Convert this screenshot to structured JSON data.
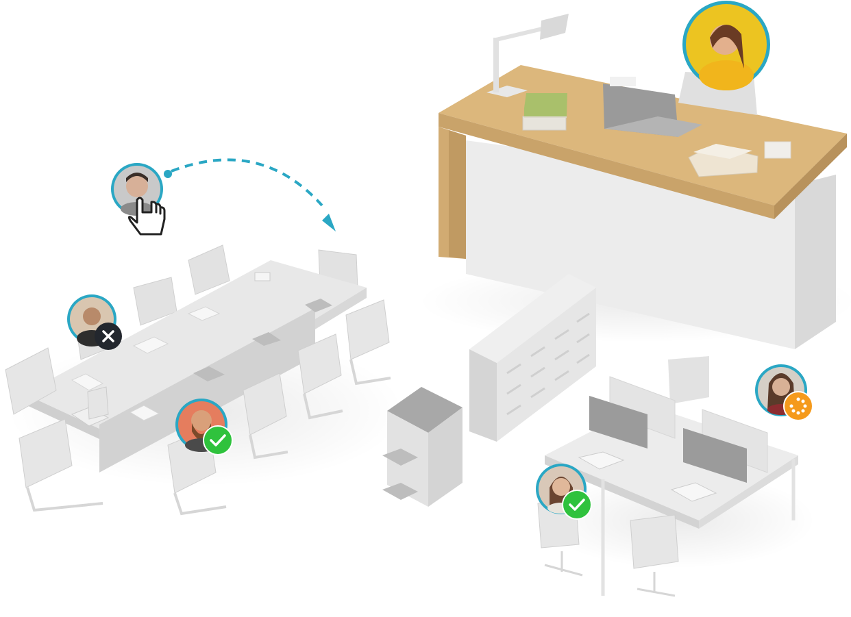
{
  "colors": {
    "avatar_ring": "#2aa7c4",
    "desk_wood": "#dcb77c",
    "desk_wood_side": "#c9a36a",
    "furniture": "#e3e3e3",
    "furniture_shadow": "#c9c9c9",
    "status_available": "#2fc23d",
    "status_busy": "#23272e",
    "status_away": "#f59a1c",
    "drag_path": "#2aa7c4"
  },
  "avatars": [
    {
      "id": "receptionist",
      "status": "none"
    },
    {
      "id": "dragged-user",
      "status": "dragging",
      "icon": "hand-pointer-icon"
    },
    {
      "id": "meeting-user-1",
      "status": "unavailable",
      "icon": "close-icon"
    },
    {
      "id": "meeting-user-2",
      "status": "available",
      "icon": "check-icon"
    },
    {
      "id": "workstation-user-1",
      "status": "away",
      "icon": "loading-icon"
    },
    {
      "id": "workstation-user-2",
      "status": "available",
      "icon": "check-icon"
    }
  ]
}
